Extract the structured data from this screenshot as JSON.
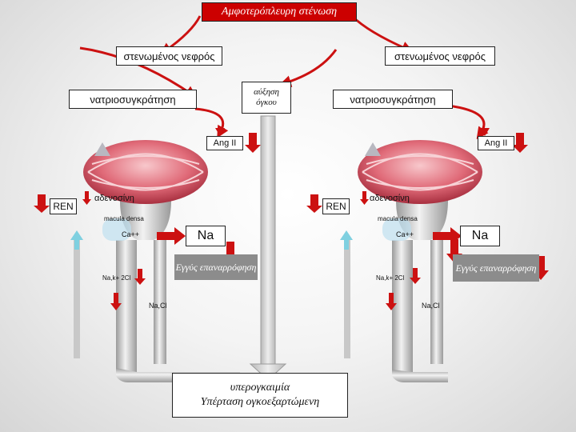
{
  "title": "Αμφοτερόπλευρη στένωση",
  "left": {
    "kidney": "στενωμένος νεφρός",
    "natriuresis": "νατριοσυγκράτηση",
    "ang": "Ang II",
    "ren": "REN",
    "adenosine": "αδενοσίνη",
    "macula": "macula densa",
    "ca": "Ca++",
    "na": "Na",
    "reabsorption": "Εγγύς επαναρρόφηση",
    "nakcl": "Na,k+ 2Cl",
    "nacl": "Na,Cl"
  },
  "right": {
    "kidney": "στενωμένος νεφρός",
    "natriuresis": "νατριοσυγκράτηση",
    "ang": "Ang II",
    "ren": "REN",
    "adenosine": "αδενοσίνη",
    "macula": "macula densa",
    "ca": "Ca++",
    "na": "Na",
    "reabsorption": "Εγγύς επαναρρόφηση",
    "nakcl": "Na,k+ 2Cl",
    "nacl": "Na,Cl"
  },
  "center": {
    "volume": "αύξηση όγκου",
    "bottom_line1": "υπερογκαιμία",
    "bottom_line2": "Υπέρταση ογκοεξαρτώμενη"
  },
  "colors": {
    "red_arrow": "#cc1111",
    "box_red": "#cc0000",
    "box_gray": "#8c8c8c",
    "glomerulus": "#e06070",
    "tubule": "#d0d0d0",
    "cyan_arrow": "#7fd0e0"
  }
}
